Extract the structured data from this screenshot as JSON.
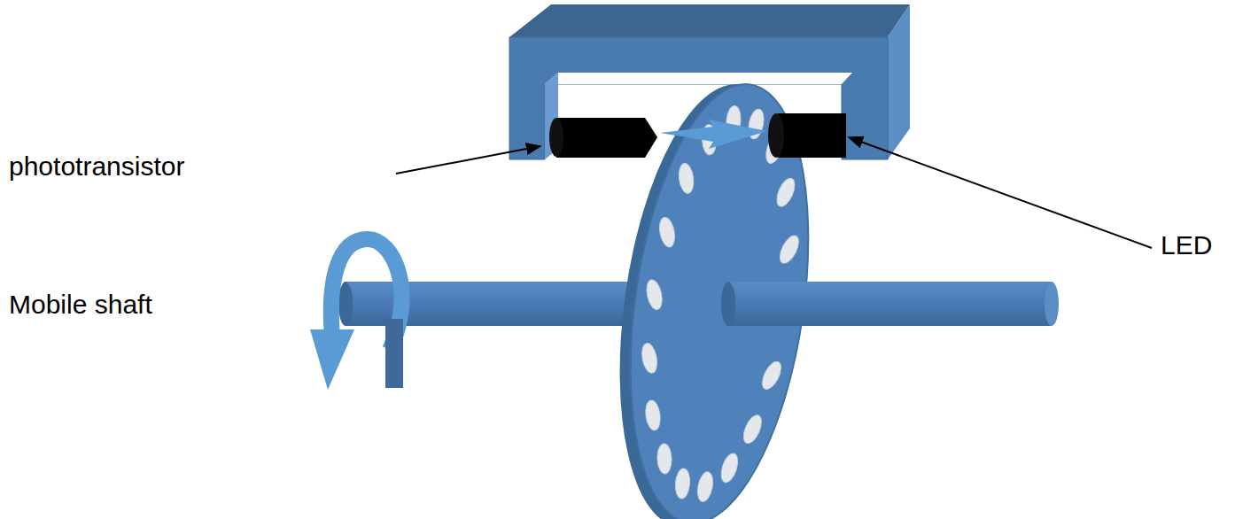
{
  "diagram": {
    "labels": [
      "phototransistor",
      "LED",
      "Mobile shaft"
    ]
  }
}
